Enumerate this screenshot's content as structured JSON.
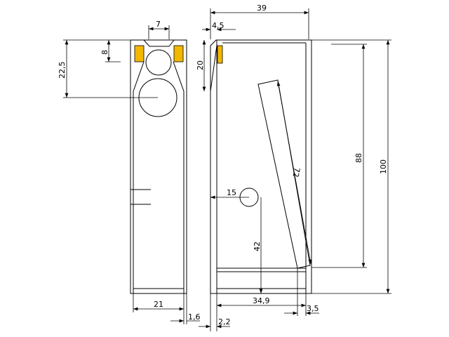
{
  "drawing": {
    "colors": {
      "line": "#000000",
      "driver_magnet": "#f2b800",
      "background": "#ffffff"
    },
    "front_view": {
      "dimensions": {
        "tweeter_spacing": "7",
        "tweeter_depth": "8",
        "woofer_center_height": "22,5",
        "inner_width": "21",
        "wall": "1,6"
      }
    },
    "side_view": {
      "dimensions": {
        "total_depth": "39",
        "baffle_offset": "4,5",
        "top_chamfer": "20",
        "port_offset": "15",
        "port_height": "42",
        "panel_length": "72",
        "inner_height": "88",
        "total_height": "100",
        "inner_depth": "34,9",
        "back_gap": "3,5",
        "wall": "2,2"
      }
    }
  }
}
